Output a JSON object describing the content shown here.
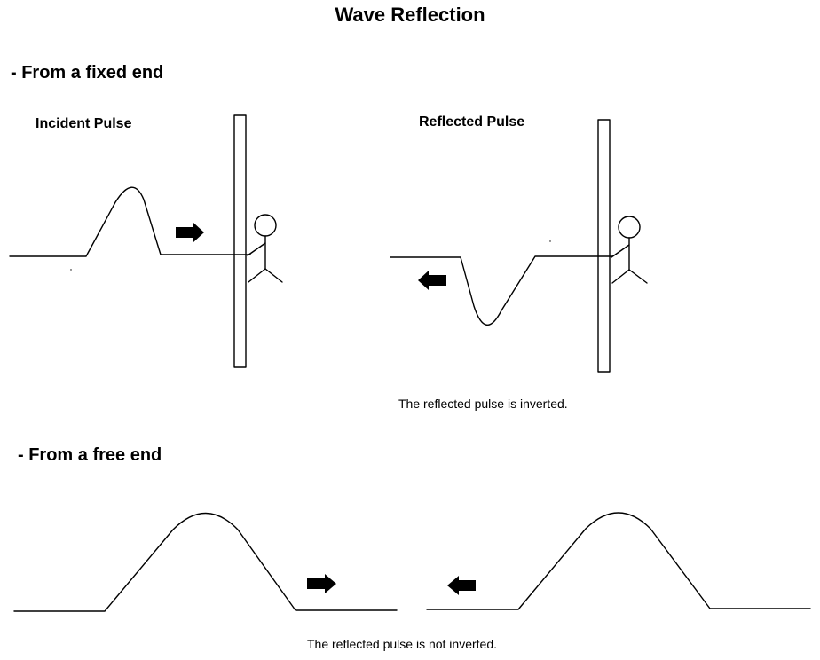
{
  "title": "Wave Reflection",
  "fixed_end": {
    "heading": "- From a fixed end",
    "incident_label": "Incident Pulse",
    "reflected_label": "Reflected Pulse",
    "caption": "The reflected pulse is inverted."
  },
  "free_end": {
    "heading": "- From a free end",
    "caption": "The reflected pulse is not inverted."
  }
}
